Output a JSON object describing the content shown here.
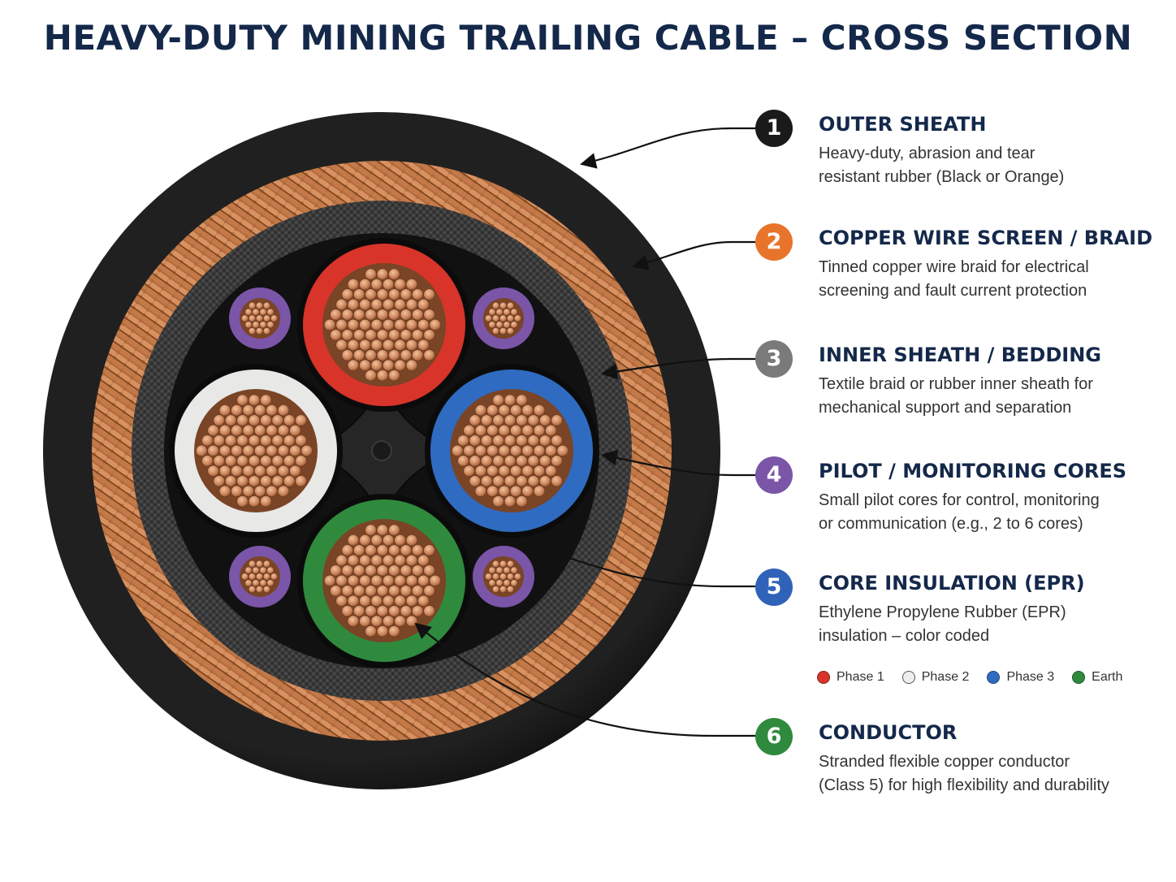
{
  "title": "HEAVY-DUTY MINING TRAILING CABLE – CROSS SECTION",
  "colors": {
    "title": "#14284a",
    "sheath": "#1c1c1c",
    "copper": "#c7804f",
    "bedding": "#3c3c3c",
    "phase1": "#d8342a",
    "phase2": "#e8e8e6",
    "phase3": "#2f6bc1",
    "earth": "#2f8a3d",
    "pilot": "#7a55a8"
  },
  "callouts": [
    {
      "number": "1",
      "title": "OUTER SHEATH",
      "line1": "Heavy-duty, abrasion and tear",
      "line2": "resistant rubber (Black or Orange)",
      "color": "#1a1a1a"
    },
    {
      "number": "2",
      "title": "COPPER WIRE SCREEN / BRAID",
      "line1": "Tinned copper wire braid for electrical",
      "line2": "screening and fault current protection",
      "color": "#e8742b"
    },
    {
      "number": "3",
      "title": "INNER SHEATH / BEDDING",
      "line1": "Textile braid or rubber inner sheath for",
      "line2": "mechanical support and separation",
      "color": "#7a7a7a"
    },
    {
      "number": "4",
      "title": "PILOT / MONITORING CORES",
      "line1": "Small pilot cores for control, monitoring",
      "line2": "or communication (e.g., 2 to 6 cores)",
      "color": "#7a55a8"
    },
    {
      "number": "5",
      "title": "CORE INSULATION (EPR)",
      "line1": "Ethylene Propylene Rubber (EPR)",
      "line2": "insulation – color coded",
      "color": "#2f62b8"
    },
    {
      "number": "6",
      "title": "CONDUCTOR",
      "line1": "Stranded flexible copper conductor",
      "line2": "(Class 5) for high flexibility and durability",
      "color": "#2f8a3d"
    }
  ],
  "legend": [
    {
      "label": "Phase 1",
      "color": "#d8342a"
    },
    {
      "label": "Phase 2",
      "color": "#eeeeee"
    },
    {
      "label": "Phase 3",
      "color": "#2f6bc1"
    },
    {
      "label": "Earth",
      "color": "#2f8a3d"
    }
  ]
}
